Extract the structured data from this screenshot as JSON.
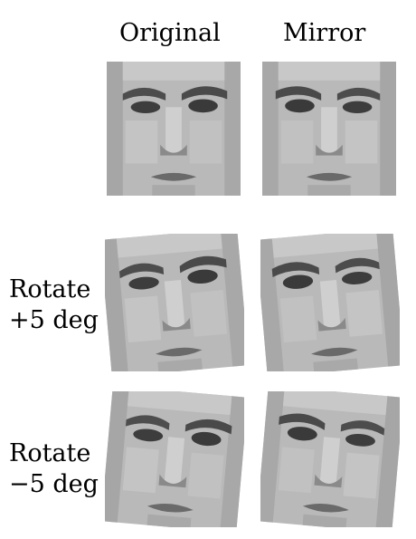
{
  "columns": {
    "original": "Original",
    "mirror": "Mirror"
  },
  "rows": [
    {
      "label_line1": "",
      "label_line2": ""
    },
    {
      "label_line1": "Rotate",
      "label_line2": "+5 deg"
    },
    {
      "label_line1": "Rotate",
      "label_line2": "−5 deg"
    }
  ],
  "panels": [
    {
      "row": 0,
      "column": "Original",
      "rotation_deg": 0,
      "mirrored": false
    },
    {
      "row": 0,
      "column": "Mirror",
      "rotation_deg": 0,
      "mirrored": true
    },
    {
      "row": 1,
      "column": "Original",
      "rotation_deg": 5,
      "mirrored": false
    },
    {
      "row": 1,
      "column": "Mirror",
      "rotation_deg": 5,
      "mirrored": true
    },
    {
      "row": 2,
      "column": "Original",
      "rotation_deg": -5,
      "mirrored": false
    },
    {
      "row": 2,
      "column": "Mirror",
      "rotation_deg": -5,
      "mirrored": true
    }
  ],
  "colors": {
    "background": "#ffffff",
    "face_gray": "#b8b8b8"
  }
}
